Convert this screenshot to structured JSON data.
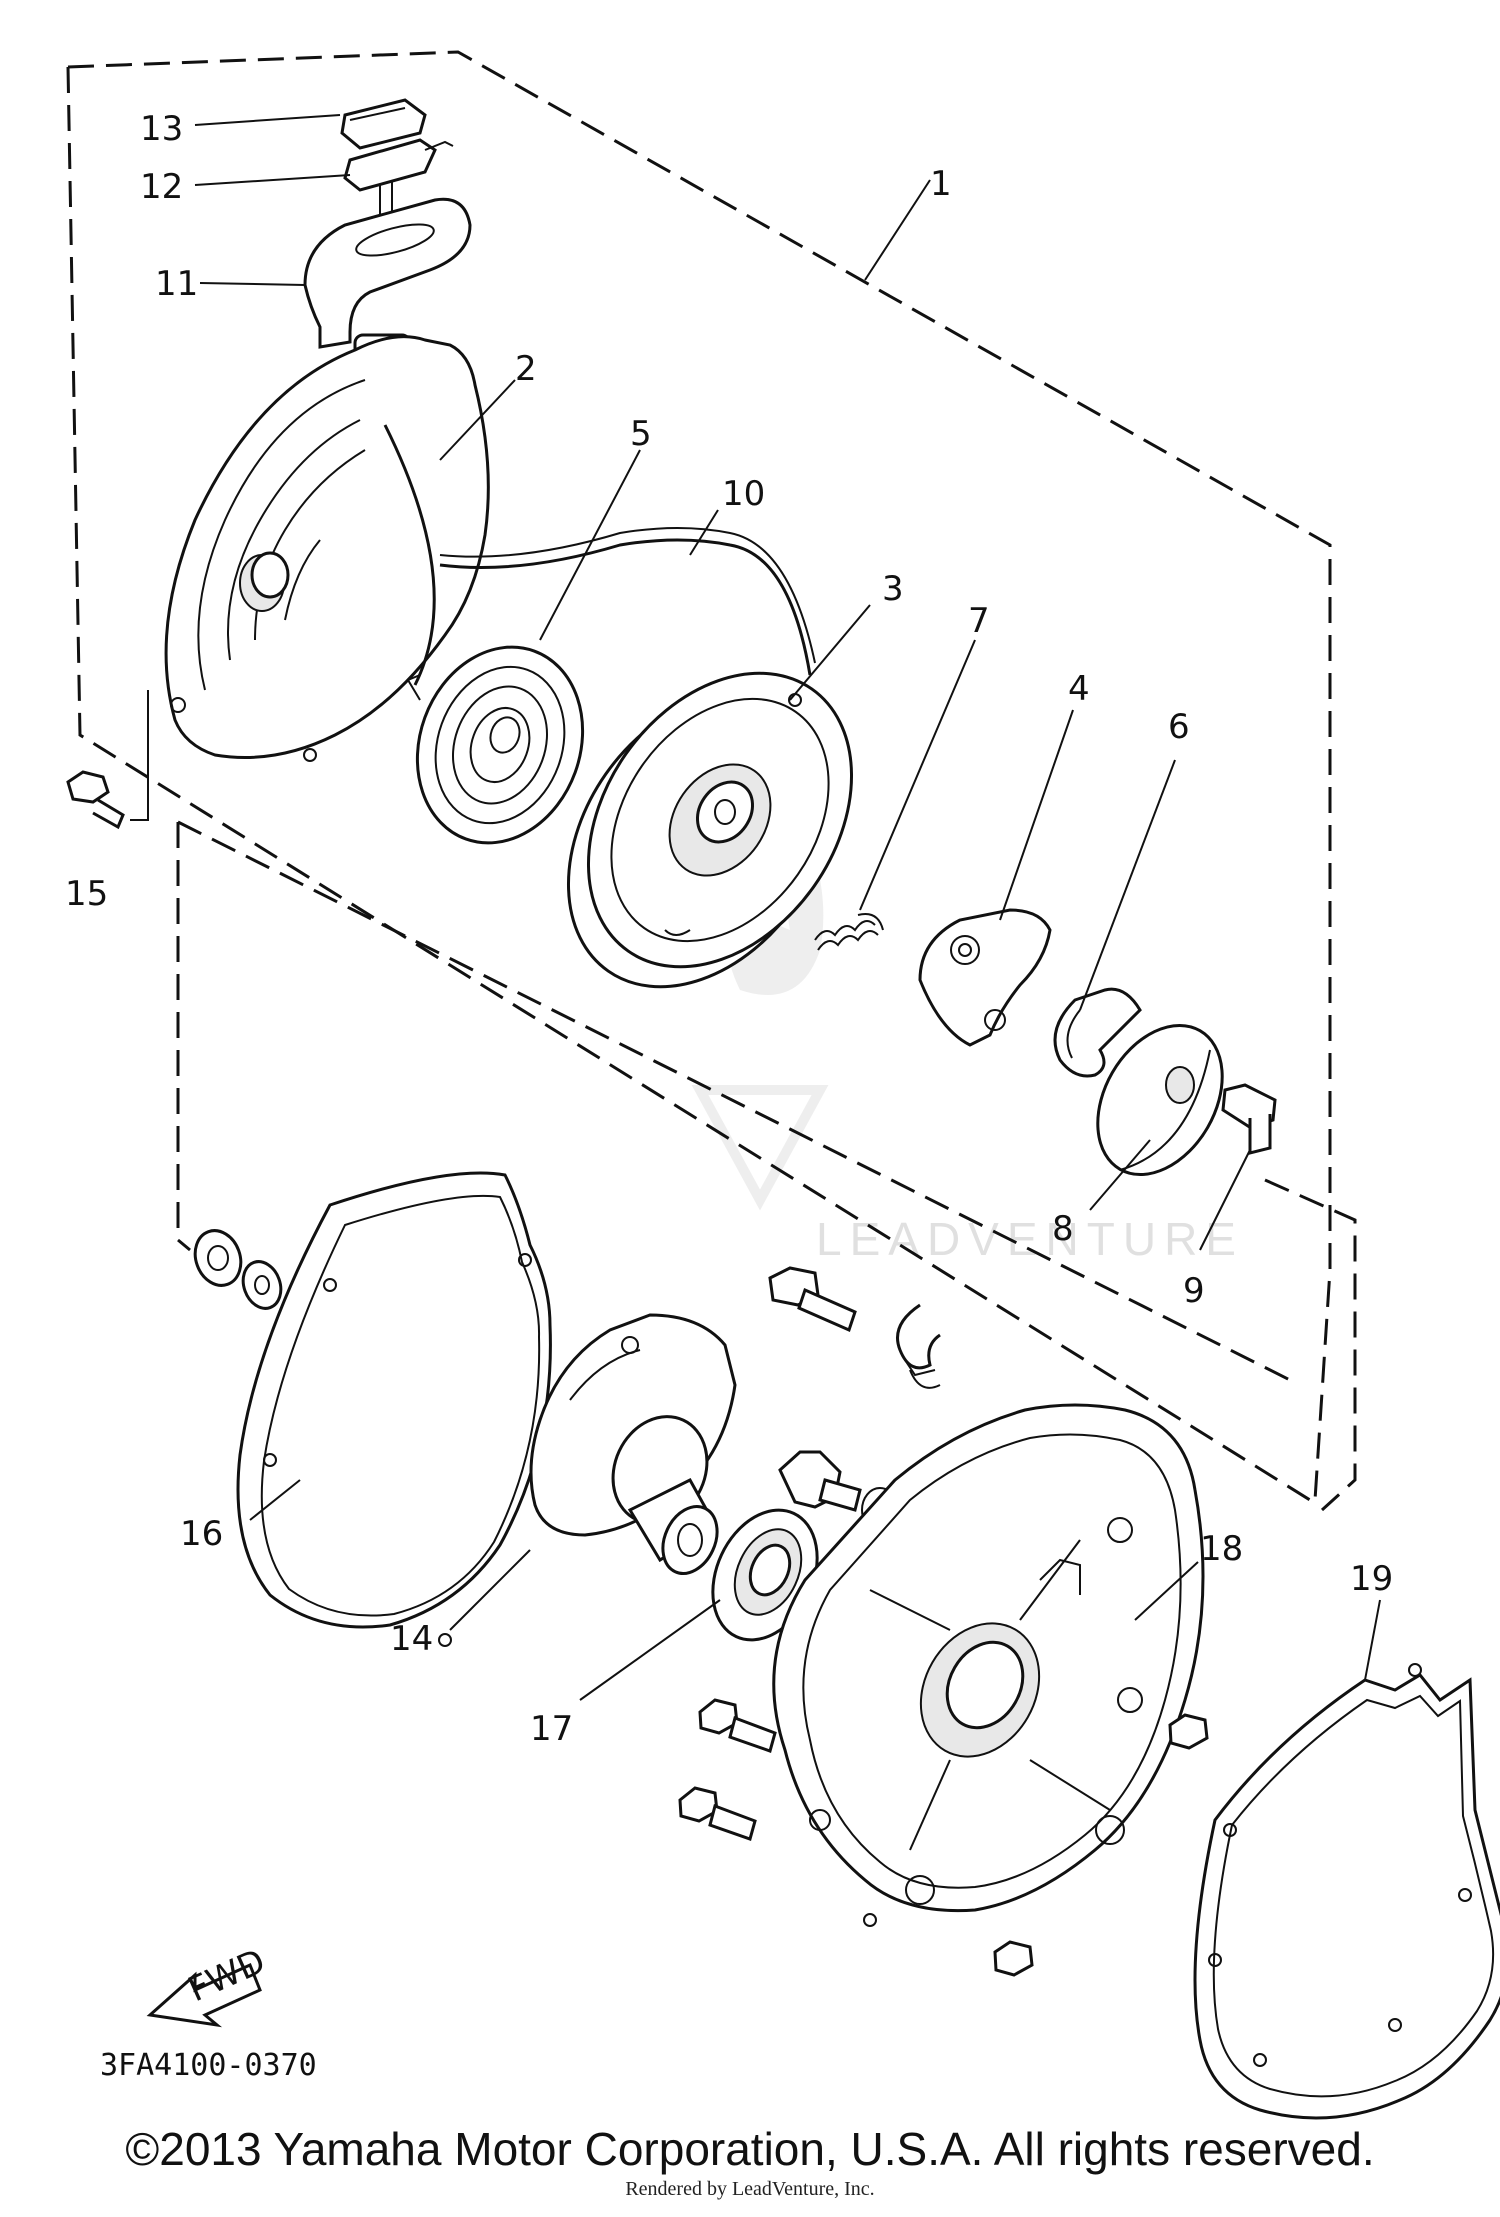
{
  "diagram": {
    "code": "3FA4100-0370",
    "fwd_label": "FWD",
    "watermark": "LEADVENTURE",
    "callouts": [
      "1",
      "2",
      "3",
      "4",
      "5",
      "6",
      "7",
      "8",
      "9",
      "10",
      "11",
      "12",
      "13",
      "14",
      "15",
      "16",
      "17",
      "18",
      "19"
    ]
  },
  "footer": {
    "copyright": "©2013 Yamaha Motor Corporation, U.S.A. All rights reserved.",
    "rendered_by": "Rendered by LeadVenture, Inc."
  }
}
